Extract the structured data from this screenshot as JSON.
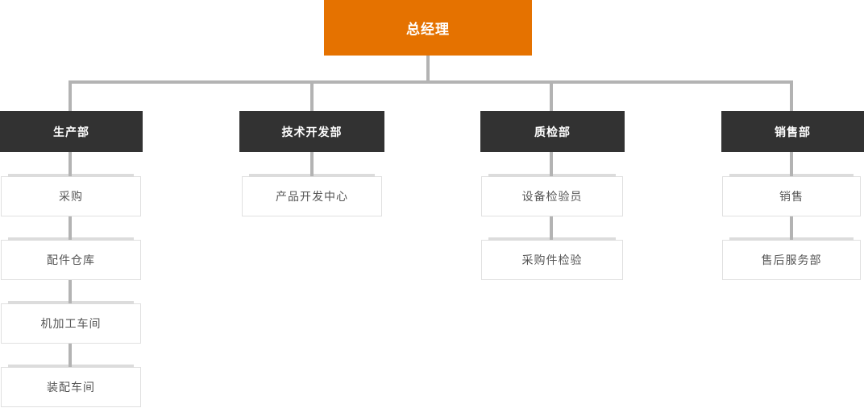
{
  "org_chart": {
    "root": {
      "label": "总经理"
    },
    "departments": [
      {
        "label": "生产部",
        "children": [
          {
            "label": "采购"
          },
          {
            "label": "配件仓库"
          },
          {
            "label": "机加工车间"
          },
          {
            "label": "装配车间"
          }
        ]
      },
      {
        "label": "技术开发部",
        "children": [
          {
            "label": "产品开发中心"
          }
        ]
      },
      {
        "label": "质检部",
        "children": [
          {
            "label": "设备检验员"
          },
          {
            "label": "采购件检验"
          }
        ]
      },
      {
        "label": "销售部",
        "children": [
          {
            "label": "销售"
          },
          {
            "label": "售后服务部"
          }
        ]
      }
    ],
    "colors": {
      "root_bg": "#e57200",
      "root_text": "#ffffff",
      "department_bg": "#323232",
      "department_text": "#ffffff",
      "leaf_bg": "#ffffff",
      "leaf_border": "#e0e0e0",
      "leaf_top_shadow": "#dcdcdc",
      "leaf_text": "#565656",
      "connector": "#b3b3b3"
    }
  }
}
